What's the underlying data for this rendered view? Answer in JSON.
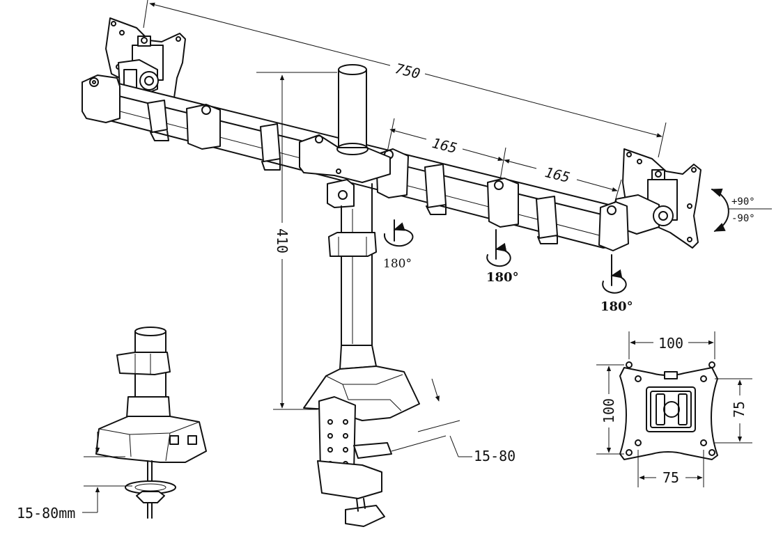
{
  "dimensions": {
    "total_width": "750",
    "spacing_1": "165",
    "spacing_2": "165",
    "pole_height": "410",
    "clamp_range": "15-80",
    "grommet_range": "15-80mm",
    "vesa_top": "100",
    "vesa_left": "100",
    "vesa_right": "75",
    "vesa_bottom": "75"
  },
  "rotations": {
    "swivel_left": "180°",
    "swivel_middle": "180°",
    "swivel_right": "180°",
    "tilt_up": "+90°",
    "tilt_down": "-90°"
  }
}
